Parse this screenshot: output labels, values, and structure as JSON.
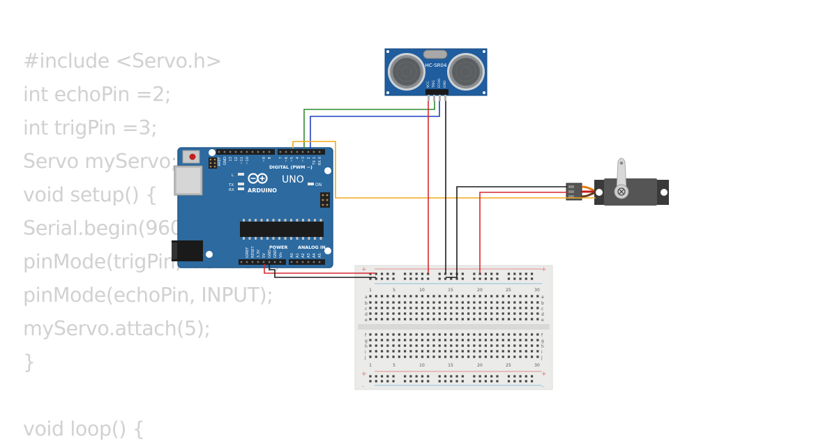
{
  "code": [
    "#include <Servo.h>",
    "int echoPin =2;",
    "int trigPin =3;",
    "Servo myServo;",
    "void setup() {",
    "Serial.begin(9600);",
    "pinMode(trigPin, OUTPUT);",
    "pinMode(echoPin, INPUT);",
    "myServo.attach(5);",
    "}",
    "",
    "void loop() {"
  ],
  "sensor": {
    "name": "HC-SR04",
    "pins": [
      "VCC",
      "TRIG",
      "ECHO",
      "GND"
    ]
  },
  "arduino": {
    "digital_header": "DIGITAL (PWM ~)",
    "brand": "ARDUINO",
    "model": "UNO",
    "on_label": "ON",
    "l_label": "L",
    "tx_label": "TX",
    "rx_label": "RX",
    "top_pins": [
      "AREF",
      "GND",
      "13",
      "12",
      "~11",
      "~10",
      "~9",
      "8",
      "7",
      "~6",
      "~5",
      "4",
      "~3",
      "2",
      "TX 1",
      "RX 0"
    ],
    "power_header": "POWER",
    "analog_header": "ANALOG IN",
    "power_pins": [
      "IOREF",
      "RESET",
      "3.3V",
      "5V",
      "GND",
      "GND",
      "Vin"
    ],
    "analog_pins": [
      "A0",
      "A1",
      "A2",
      "A3",
      "A4",
      "A5"
    ]
  },
  "breadboard": {
    "column_numbers": [
      "1",
      "5",
      "10",
      "15",
      "20",
      "25",
      "30"
    ],
    "row_letters_top": [
      "a",
      "b",
      "c",
      "d",
      "e"
    ],
    "row_letters_bottom": [
      "f",
      "g",
      "h",
      "i",
      "j"
    ],
    "rail_plus": "+",
    "rail_minus": "-"
  },
  "colors": {
    "code_text": "#d1d1d1",
    "board_blue": "#2c6aa0",
    "sensor_blue": "#1f5d9e",
    "wire_red": "#d8262b",
    "wire_black": "#1a1a1a",
    "wire_green": "#2e8b2e",
    "wire_blue": "#1f3fbf",
    "wire_orange": "#f2a81b",
    "breadboard": "#ebebe9",
    "servo_body": "#555555"
  }
}
